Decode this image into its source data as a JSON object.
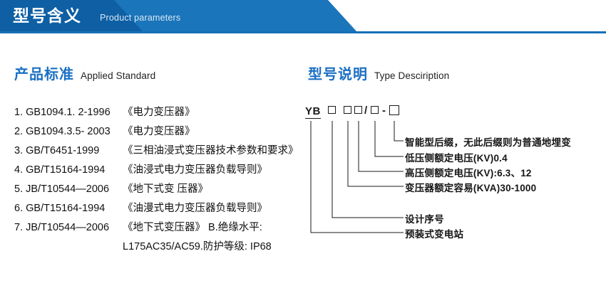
{
  "banner": {
    "title_cn": "型号含义",
    "title_en": "Product parameters",
    "color_dark": "#0e5fa4",
    "color_light": "#1b75bb",
    "color_rule": "#1570b8"
  },
  "standards_section": {
    "heading_cn": "产品标准",
    "heading_en": "Applied Standard",
    "heading_color": "#1a6fc4",
    "items": [
      {
        "index": "1.",
        "code": "GB1094.1. 2-1996",
        "name": "《电力变压器》"
      },
      {
        "index": "2.",
        "code": "GB1094.3.5- 2003",
        "name": "《电力变压器》"
      },
      {
        "index": "3.",
        "code": "GB/T6451-1999",
        "name": "《三相油浸式变压器技术参数和要求》"
      },
      {
        "index": "4.",
        "code": "GB/T15164-1994",
        "name": "《油浸式电力变压器负载导则》"
      },
      {
        "index": "5.",
        "code": "JB/T10544—2006",
        "name": "《地下式变 压器》"
      },
      {
        "index": "6.",
        "code": "GB/T15164-1994",
        "name": "《油漫式电力变压器负载导则》"
      },
      {
        "index": "7.",
        "code": "JB/T10544—2006",
        "name": "《地下式变压器》 B.绝缘水平:"
      }
    ],
    "continuation": "L175AC35/AC59.防护等级: IP68"
  },
  "type_section": {
    "heading_cn": "型号说明",
    "heading_en": "Type Desciription",
    "heading_color": "#1a6fc4",
    "code": {
      "prefix": "YB",
      "slash": "/",
      "dash": "-",
      "boxes": [
        "",
        "",
        "",
        "",
        ""
      ]
    },
    "labels": [
      {
        "id": "suffix",
        "text": "智能型后缀，无此后缀则为普通地埋变"
      },
      {
        "id": "lv-voltage",
        "text": "低压侧额定电压(KV)0.4"
      },
      {
        "id": "hv-voltage",
        "text": "高压侧额定电压(KV):6.3、12"
      },
      {
        "id": "capacity",
        "text": "变压器额定容易(KVA)30-1000"
      },
      {
        "id": "design-no",
        "text": "设计序号"
      },
      {
        "id": "substation",
        "text": "预装式变电站"
      }
    ]
  }
}
